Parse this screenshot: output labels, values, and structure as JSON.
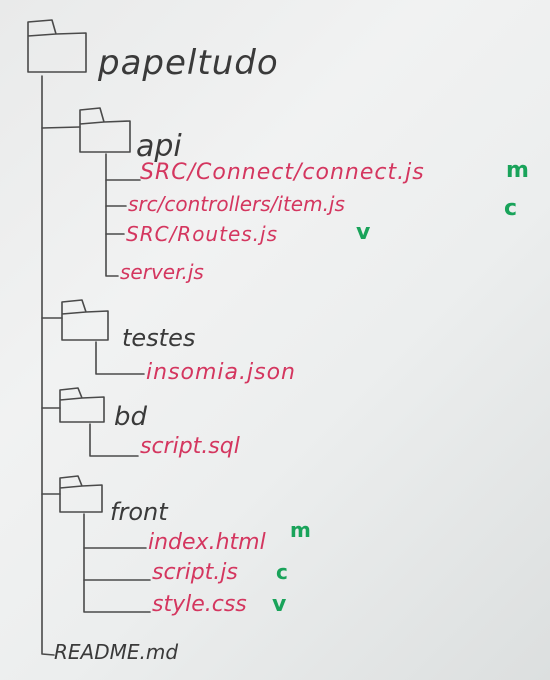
{
  "colors": {
    "ink": "#3a3a3a",
    "file": "#d4365f",
    "mark": "#19a35a"
  },
  "tree": {
    "root": "papeltudo",
    "api": {
      "name": "api",
      "files": [
        "SRC/Connect/connect.js",
        "src/controllers/item.js",
        "SRC/Routes.js",
        "server.js"
      ],
      "marks": [
        "m",
        "c",
        "v"
      ]
    },
    "testes": {
      "name": "testes",
      "files": [
        "insomia.json"
      ]
    },
    "bd": {
      "name": "bd",
      "files": [
        "script.sql"
      ]
    },
    "front": {
      "name": "front",
      "files": [
        "index.html",
        "script.js",
        "style.css"
      ],
      "marks": [
        "m",
        "c",
        "v"
      ]
    },
    "readme": "README.md"
  }
}
